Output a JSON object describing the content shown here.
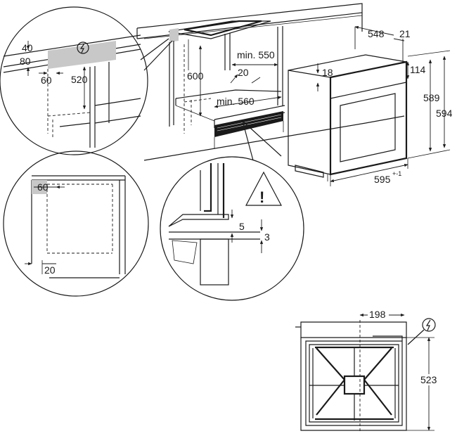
{
  "dimensions": {
    "mains_top_gap": "80",
    "top_gap": "40",
    "side_gap": "60",
    "depth_socket": "520",
    "niche_height": "600",
    "min_width": "min. 550",
    "vent_gap": "20",
    "min_depth": "min. 560",
    "oven_depth": "548",
    "front_depth": "21",
    "front_thickness": "18",
    "top_panel": "114",
    "niche_min_h": "589",
    "oven_height": "594",
    "oven_width": "595",
    "oven_width_tol": "+-1",
    "corner_top": "60",
    "corner_bottom": "20",
    "detail_5": "5",
    "detail_3": "3",
    "socket_offset": "198",
    "socket_height": "523"
  },
  "icons": {
    "power": "power-connection-icon",
    "warning": "warning-triangle-icon"
  },
  "warning_mark": "!",
  "colors": {
    "line": "#1a1a1a",
    "fill_gray": "#c8c8c8",
    "background": "#ffffff"
  }
}
